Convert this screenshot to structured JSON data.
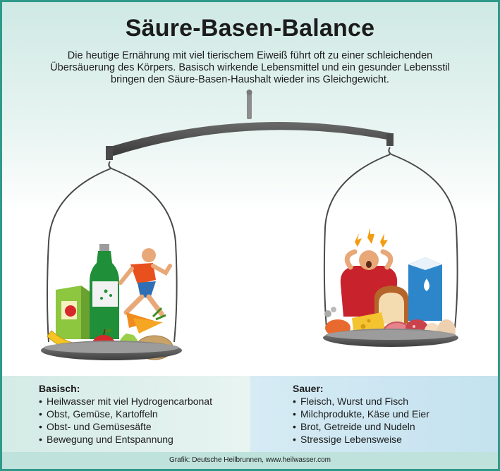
{
  "header": {
    "title": "Säure-Basen-Balance",
    "subtitle_lines": [
      "Die heutige Ernährung mit viel tierischem Eiweiß führt oft zu einer schleichenden",
      "Übersäuerung des Körpers. Basisch wirkende Lebensmittel und ein gesunder Lebensstil",
      "bringen den Säure-Basen-Haushalt wieder ins Gleichgewicht."
    ]
  },
  "basisch": {
    "heading": "Basisch:",
    "items": [
      "Heilwasser mit viel Hydrogencarbonat",
      "Obst, Gemüse, Kartoffeln",
      "Obst- und Gemüsesäfte",
      "Bewegung und Entspannung"
    ]
  },
  "sauer": {
    "heading": "Sauer:",
    "items": [
      "Fleisch, Wurst und Fisch",
      "Milchprodukte, Käse und Eier",
      "Brot, Getreide und Nudeln",
      "Stressige Lebensweise"
    ]
  },
  "footer": {
    "credit": "Grafik: Deutsche Heilbrunnen, www.heilwasser.com"
  },
  "colors": {
    "frame": "#2f9a8a",
    "scale_metal": "#4a4a4a",
    "panel_basisch": "#d4ebe6",
    "panel_sauer": "#cde6f1",
    "footer": "#bfe2dc"
  },
  "icons": {
    "left_pan": [
      "juice-carton-icon",
      "water-bottle-icon",
      "running-person-icon",
      "banana-icon",
      "apple-icon",
      "pear-icon",
      "potato-icon",
      "carrot-icon"
    ],
    "right_pan": [
      "stressed-person-icon",
      "milk-carton-icon",
      "bread-icon",
      "cheese-icon",
      "ham-icon",
      "sausage-icon",
      "egg-icon",
      "fish-icon"
    ]
  }
}
